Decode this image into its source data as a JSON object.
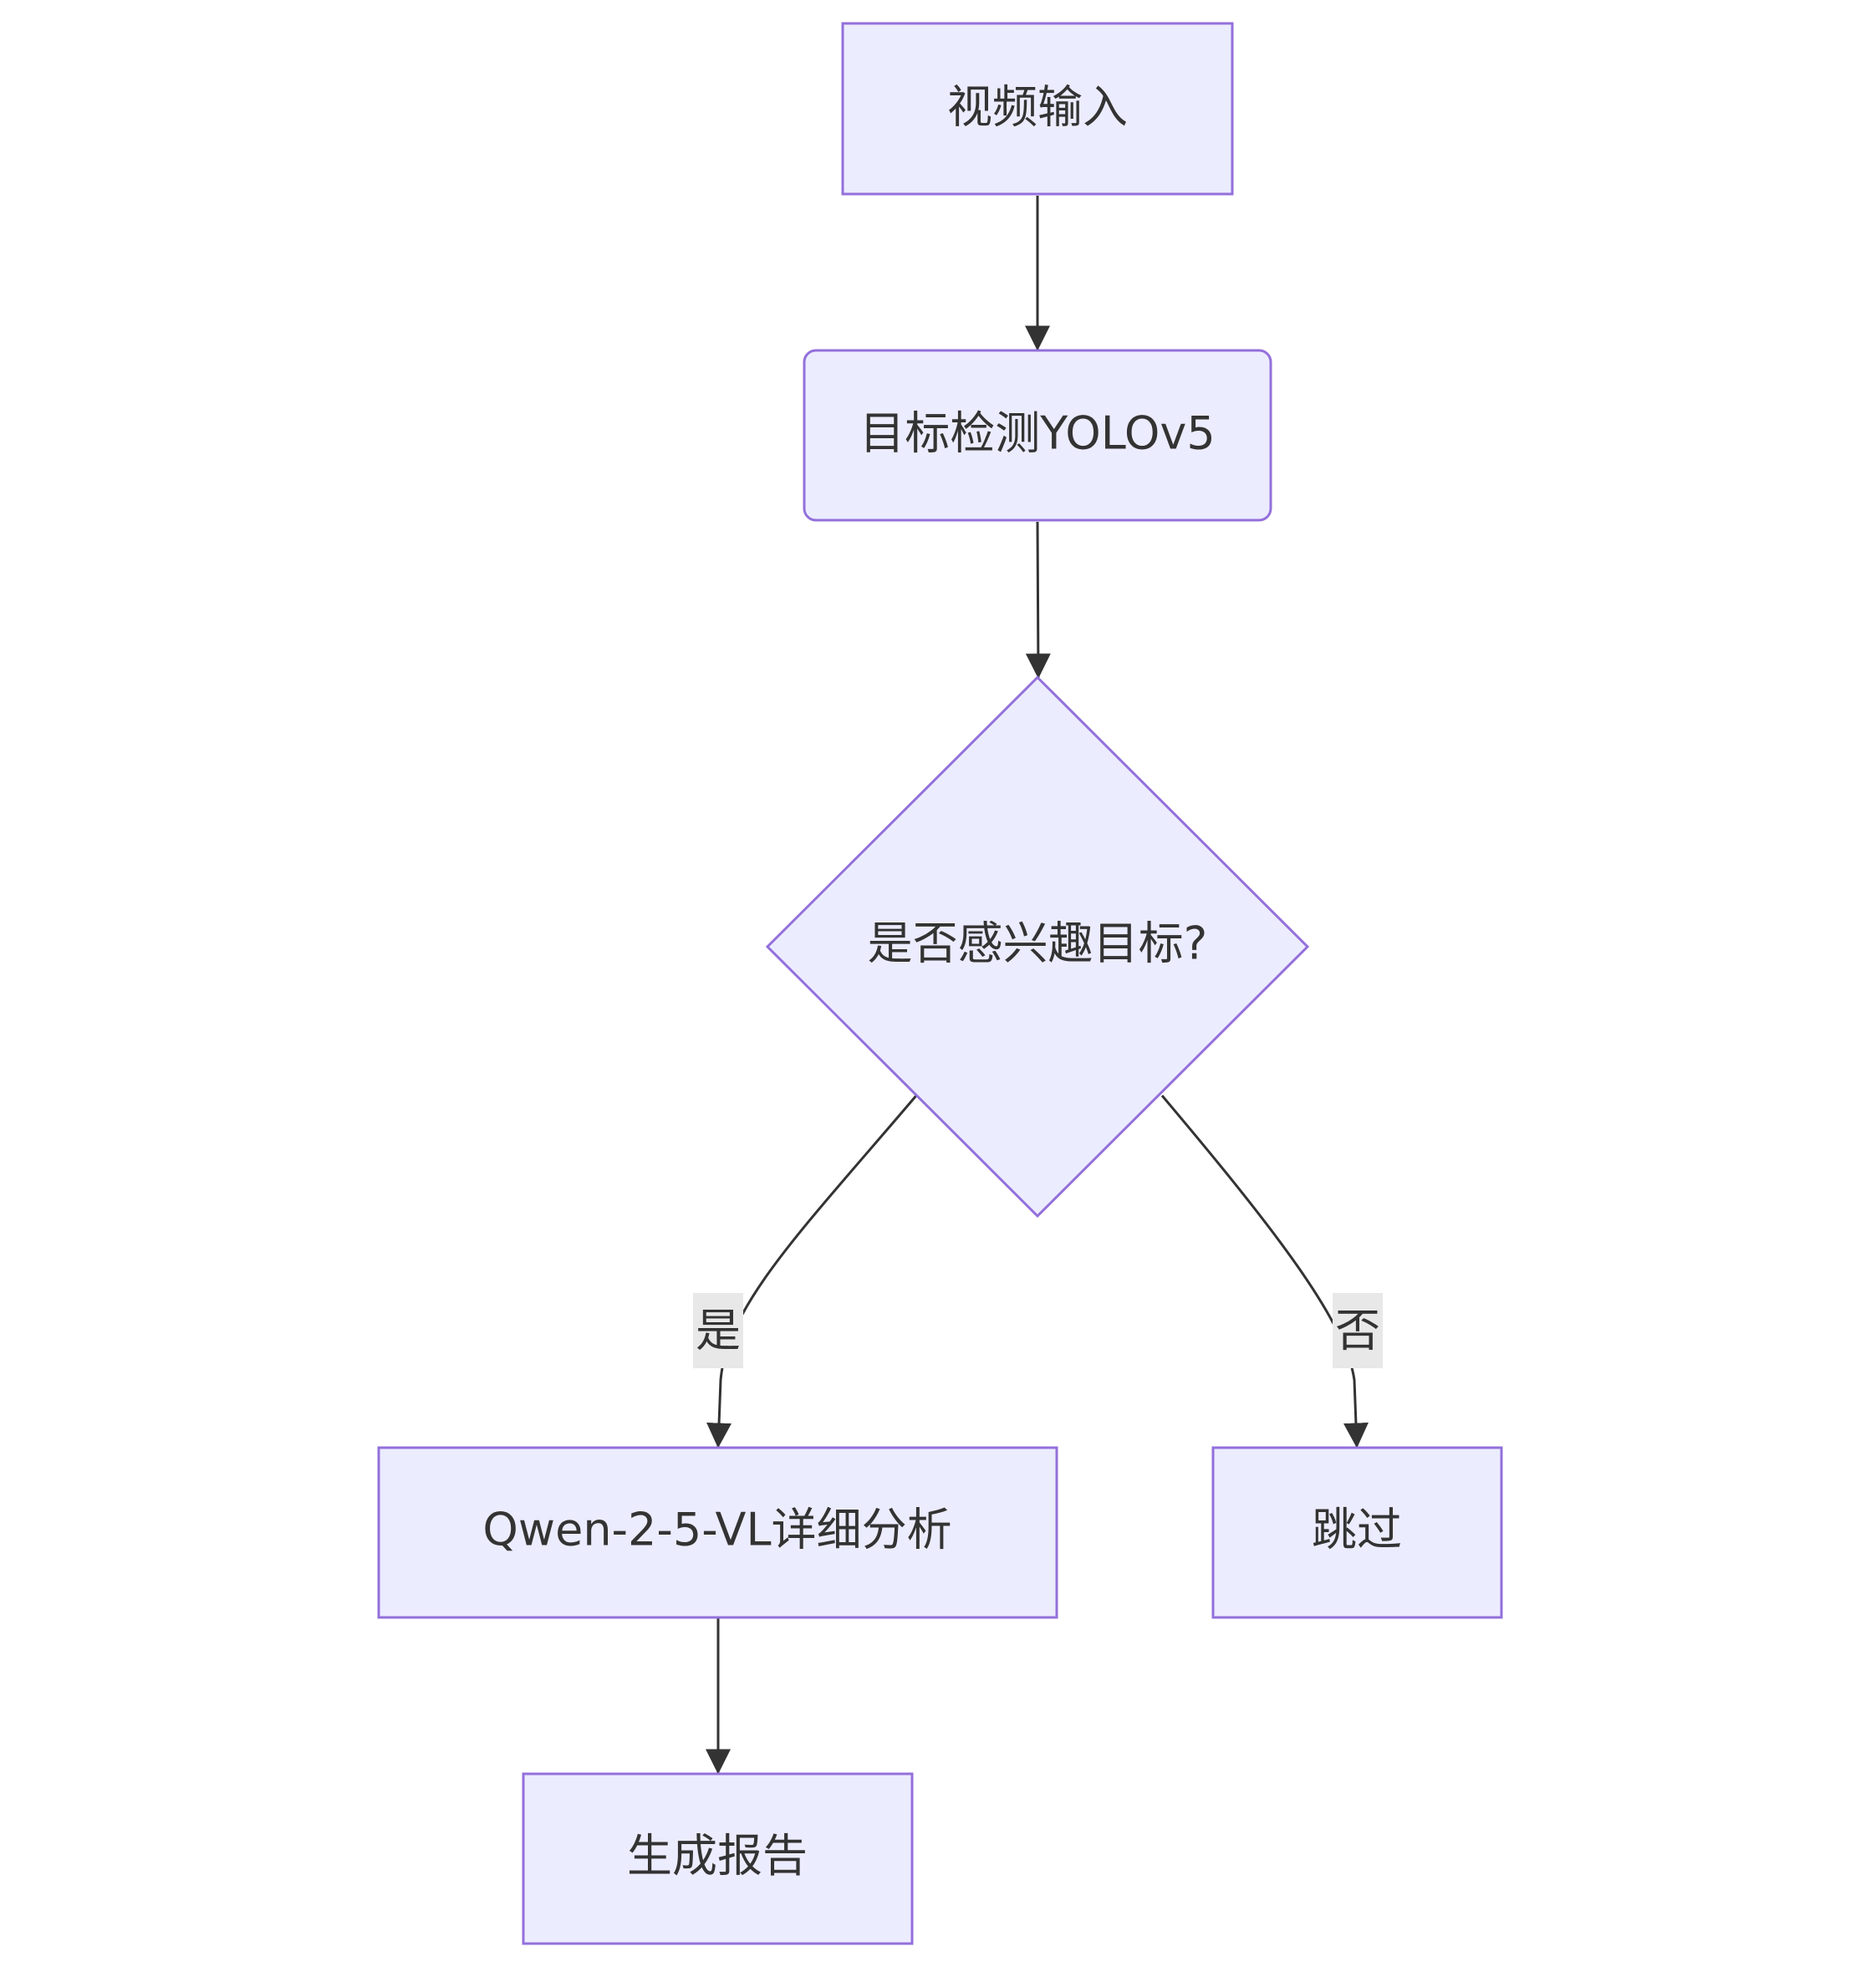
{
  "nodes": {
    "video_input": "视频输入",
    "detection": "目标检测YOLOv5",
    "decision": "是否感兴趣目标?",
    "analysis": "Qwen-2-5-VL详细分析",
    "skip": "跳过",
    "report": "生成报告"
  },
  "edges": {
    "yes_label": "是",
    "no_label": "否"
  },
  "colors": {
    "node_fill": "#ECECFF",
    "node_stroke": "#9370DB",
    "edge": "#333333",
    "text": "#333333",
    "edge_label_bg": "#E8E8E8"
  }
}
